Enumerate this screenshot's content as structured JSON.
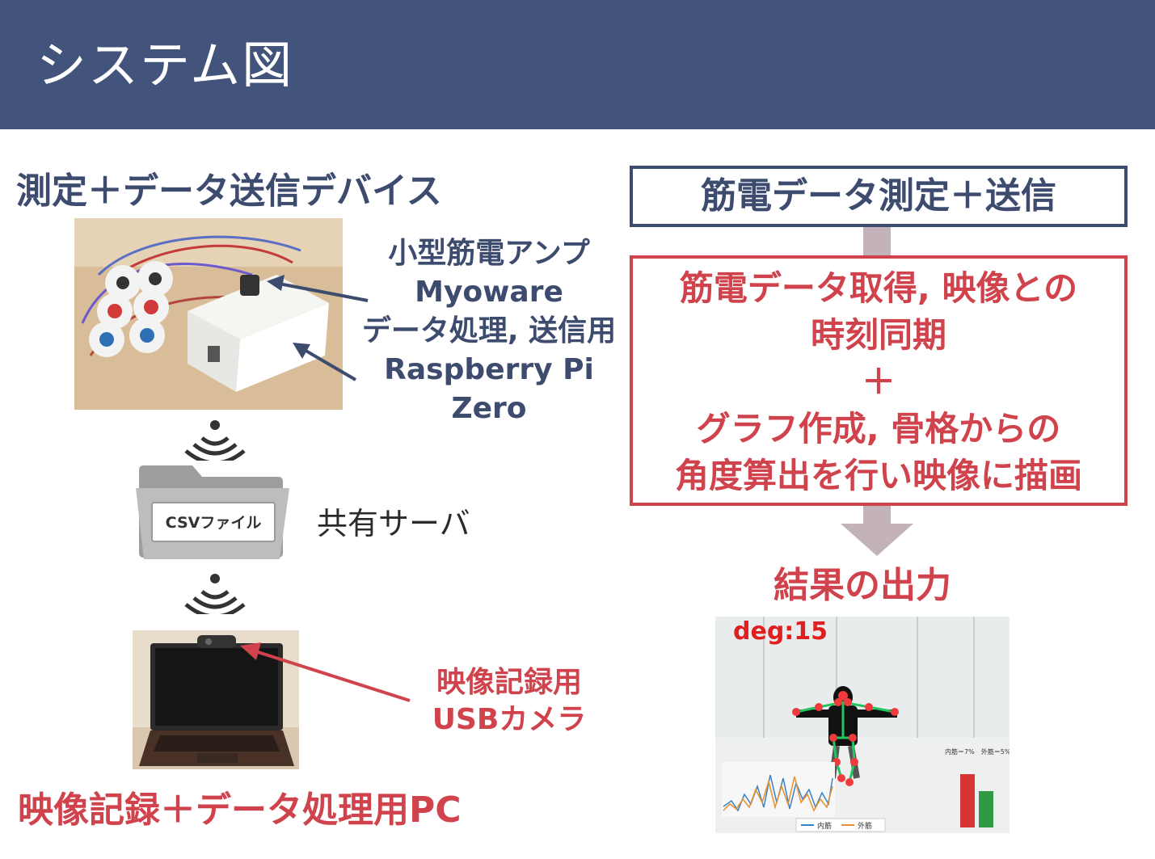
{
  "slide": {
    "title": "システム図"
  },
  "left": {
    "device_heading": "測定＋データ送信デバイス",
    "amp_label_1": "小型筋電アンプ",
    "amp_label_2": "Myoware",
    "pi_label_1": "データ処理, 送信用",
    "pi_label_2": "Raspberry Pi",
    "pi_label_3": "Zero",
    "csv_label": "CSVファイル",
    "server_label": "共有サーバ",
    "camera_label_1": "映像記録用",
    "camera_label_2": "USBカメラ",
    "pc_heading": "映像記録＋データ処理用PC"
  },
  "right": {
    "step1": "筋電データ測定＋送信",
    "step2_line1": "筋電データ取得, 映像との",
    "step2_line2": "時刻同期",
    "step2_plus": "＋",
    "step2_line3": "グラフ作成, 骨格からの",
    "step2_line4": "角度算出を行い映像に描画",
    "result_heading": "結果の出力",
    "result_deg": "deg:15",
    "result_legend_1": "内筋",
    "result_legend_2": "外筋",
    "result_bar_caption": "内筋＝7%　外筋＝5%"
  },
  "colors": {
    "header_bg": "#42547b",
    "navy": "#3d4b6e",
    "red": "#d0434c",
    "arrow_gray": "#c4b2ba"
  }
}
